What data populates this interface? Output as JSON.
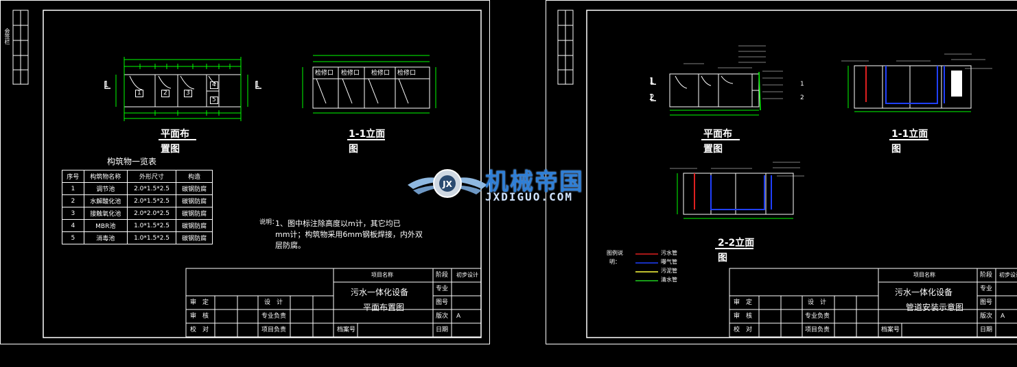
{
  "left_sheet": {
    "side_labels": [
      "会签栏"
    ],
    "plan_title_1": "平面布",
    "plan_title_2": "置图",
    "elev_title_1": "1-1立面",
    "elev_title_2": "图",
    "section_marks": [
      "1",
      "1"
    ],
    "compartments": [
      "1",
      "2",
      "3",
      "4",
      "5"
    ],
    "manholes": [
      "检修口",
      "检修口",
      "检修口",
      "检修口"
    ],
    "table_title": "构筑物一览表",
    "table_headers": [
      "序号",
      "构筑物名称",
      "外形尺寸",
      "构造"
    ],
    "table_rows": [
      [
        "1",
        "调节池",
        "2.0*1.5*2.5",
        "碳钢防腐"
      ],
      [
        "2",
        "水解酸化池",
        "2.0*1.5*2.5",
        "碳钢防腐"
      ],
      [
        "3",
        "接触氧化池",
        "2.0*2.0*2.5",
        "碳钢防腐"
      ],
      [
        "4",
        "MBR池",
        "1.0*1.5*2.5",
        "碳钢防腐"
      ],
      [
        "5",
        "消毒池",
        "1.0*1.5*2.5",
        "碳钢防腐"
      ]
    ],
    "note_label": "说明：",
    "note_line_1": "1、图中标注除高度以m计，其它均已",
    "note_line_2": "mm计；构筑物采用6mm钢板焊接，内外双",
    "note_line_3": "层防腐。",
    "title_block": {
      "project_label": "项目名称",
      "project_name_1": "污水一体化设备",
      "drawing_name": "平面布置图",
      "stage_label": "阶段",
      "stage_value": "初步设计",
      "major_label": "专业",
      "drawing_no_label": "图号",
      "version_label": "版次",
      "version_value": "A",
      "date_label": "日期",
      "archive_label": "档案号",
      "review_label": "审　定",
      "check_label": "审　核",
      "proof_label": "校　对",
      "design_label": "设　计",
      "lead_label": "专业负责",
      "pm_label": "项目负责"
    }
  },
  "right_sheet": {
    "plan_title_1": "平面布",
    "plan_title_2": "置图",
    "elev_title_1": "1-1立面",
    "elev_title_2": "图",
    "sect_title_1": "2-2立面",
    "sect_title_2": "图",
    "section_marks": [
      "1",
      "2",
      "1",
      "2"
    ],
    "legend_label_1": "图例说",
    "legend_label_2": "明：",
    "legend": [
      {
        "name": "污水管",
        "color": "#e02020"
      },
      {
        "name": "曝气管",
        "color": "#2040ff"
      },
      {
        "name": "污泥管",
        "color": "#ffff40"
      },
      {
        "name": "清水管",
        "color": "#20d020"
      }
    ],
    "title_block": {
      "project_label": "项目名称",
      "project_name_1": "污水一体化设备",
      "drawing_name": "管道安装示意图",
      "stage_label": "阶段",
      "stage_value": "初步设计",
      "major_label": "专业",
      "drawing_no_label": "图号",
      "version_label": "版次",
      "version_value": "A",
      "date_label": "日期",
      "archive_label": "档案号",
      "review_label": "审　定",
      "check_label": "审　核",
      "proof_label": "校　对",
      "design_label": "设　计",
      "lead_label": "专业负责",
      "pm_label": "项目负责"
    }
  },
  "watermark": {
    "title": "机械帝国",
    "subtitle": "JXDIGUO.COM",
    "badge": "JX"
  }
}
